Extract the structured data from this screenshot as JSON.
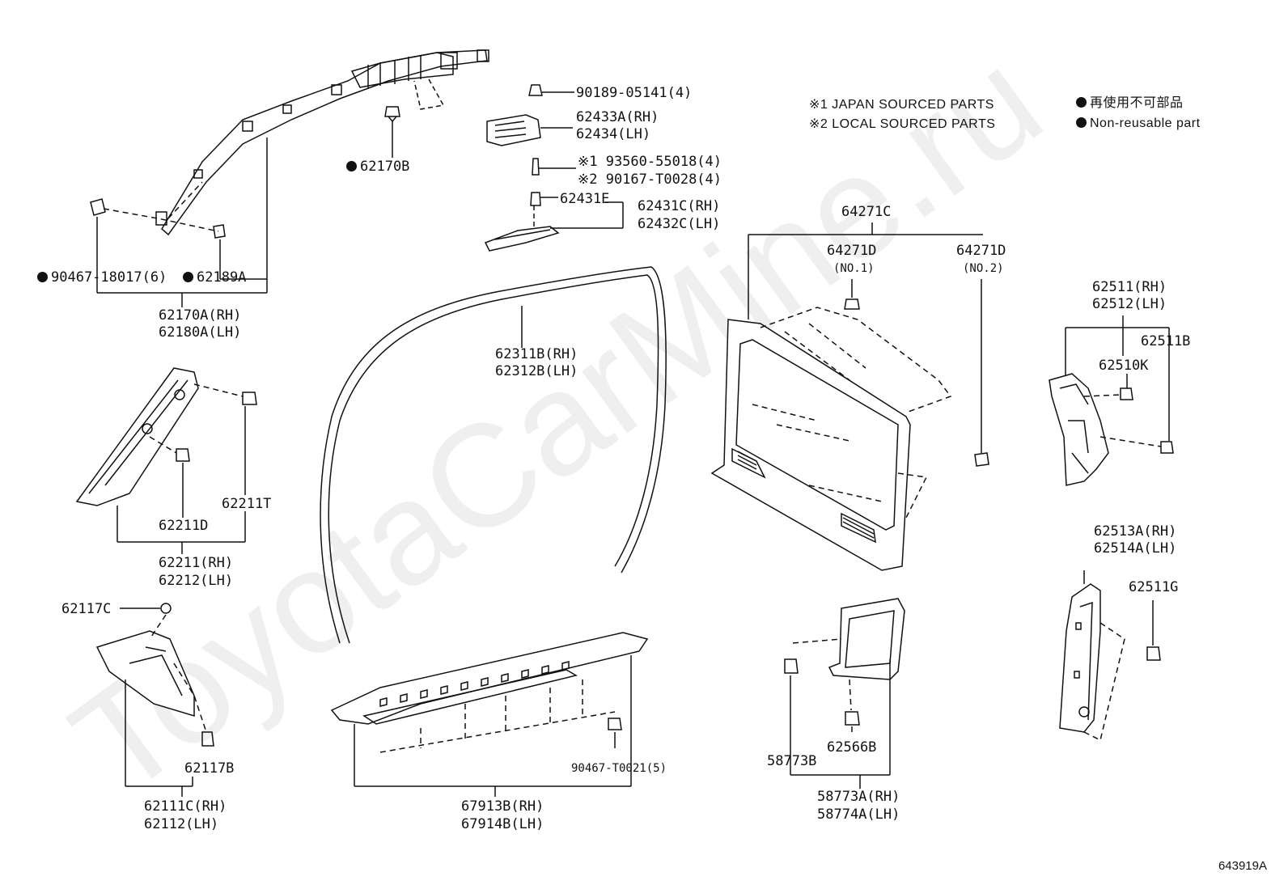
{
  "watermark": "ToyotaCarMine.ru",
  "legend": {
    "note1": "※1 JAPAN SOURCED PARTS",
    "note2": "※2 LOCAL SOURCED PARTS",
    "nonreusable_jp": "再使用不可部品",
    "nonreusable_en": "Non-reusable part"
  },
  "doc_id": "643919A",
  "labels": {
    "p62170B": "62170B",
    "p90467_18017": "90467-18017(6)",
    "p62189A": "62189A",
    "p62170A": "62170A(RH)",
    "p62180A": "62180A(LH)",
    "p90189": "90189-05141(4)",
    "p62433A": "62433A(RH)",
    "p62434": "62434(LH)",
    "p93560": "※1 93560-55018(4)",
    "p90167": "※2 90167-T0028(4)",
    "p62431E": "62431E",
    "p62431C": "62431C(RH)",
    "p62432C": "62432C(LH)",
    "p62311B": "62311B(RH)",
    "p62312B": "62312B(LH)",
    "p64271C": "64271C",
    "p64271D1": "64271D",
    "p64271D1n": "(NO.1)",
    "p64271D2": "64271D",
    "p64271D2n": "(NO.2)",
    "p62511": "62511(RH)",
    "p62512": "62512(LH)",
    "p62511B": "62511B",
    "p62510K": "62510K",
    "p62211T": "62211T",
    "p62211D": "62211D",
    "p62211": "62211(RH)",
    "p62212": "62212(LH)",
    "p62117C": "62117C",
    "p62117B": "62117B",
    "p62111C": "62111C(RH)",
    "p62112": "62112(LH)",
    "p90467_T0021": "90467-T0021(5)",
    "p67913B": "67913B(RH)",
    "p67914B": "67914B(LH)",
    "p58773B": "58773B",
    "p62566B": "62566B",
    "p58773A": "58773A(RH)",
    "p58774A": "58774A(LH)",
    "p62513A": "62513A(RH)",
    "p62514A": "62514A(LH)",
    "p62511G": "62511G"
  }
}
